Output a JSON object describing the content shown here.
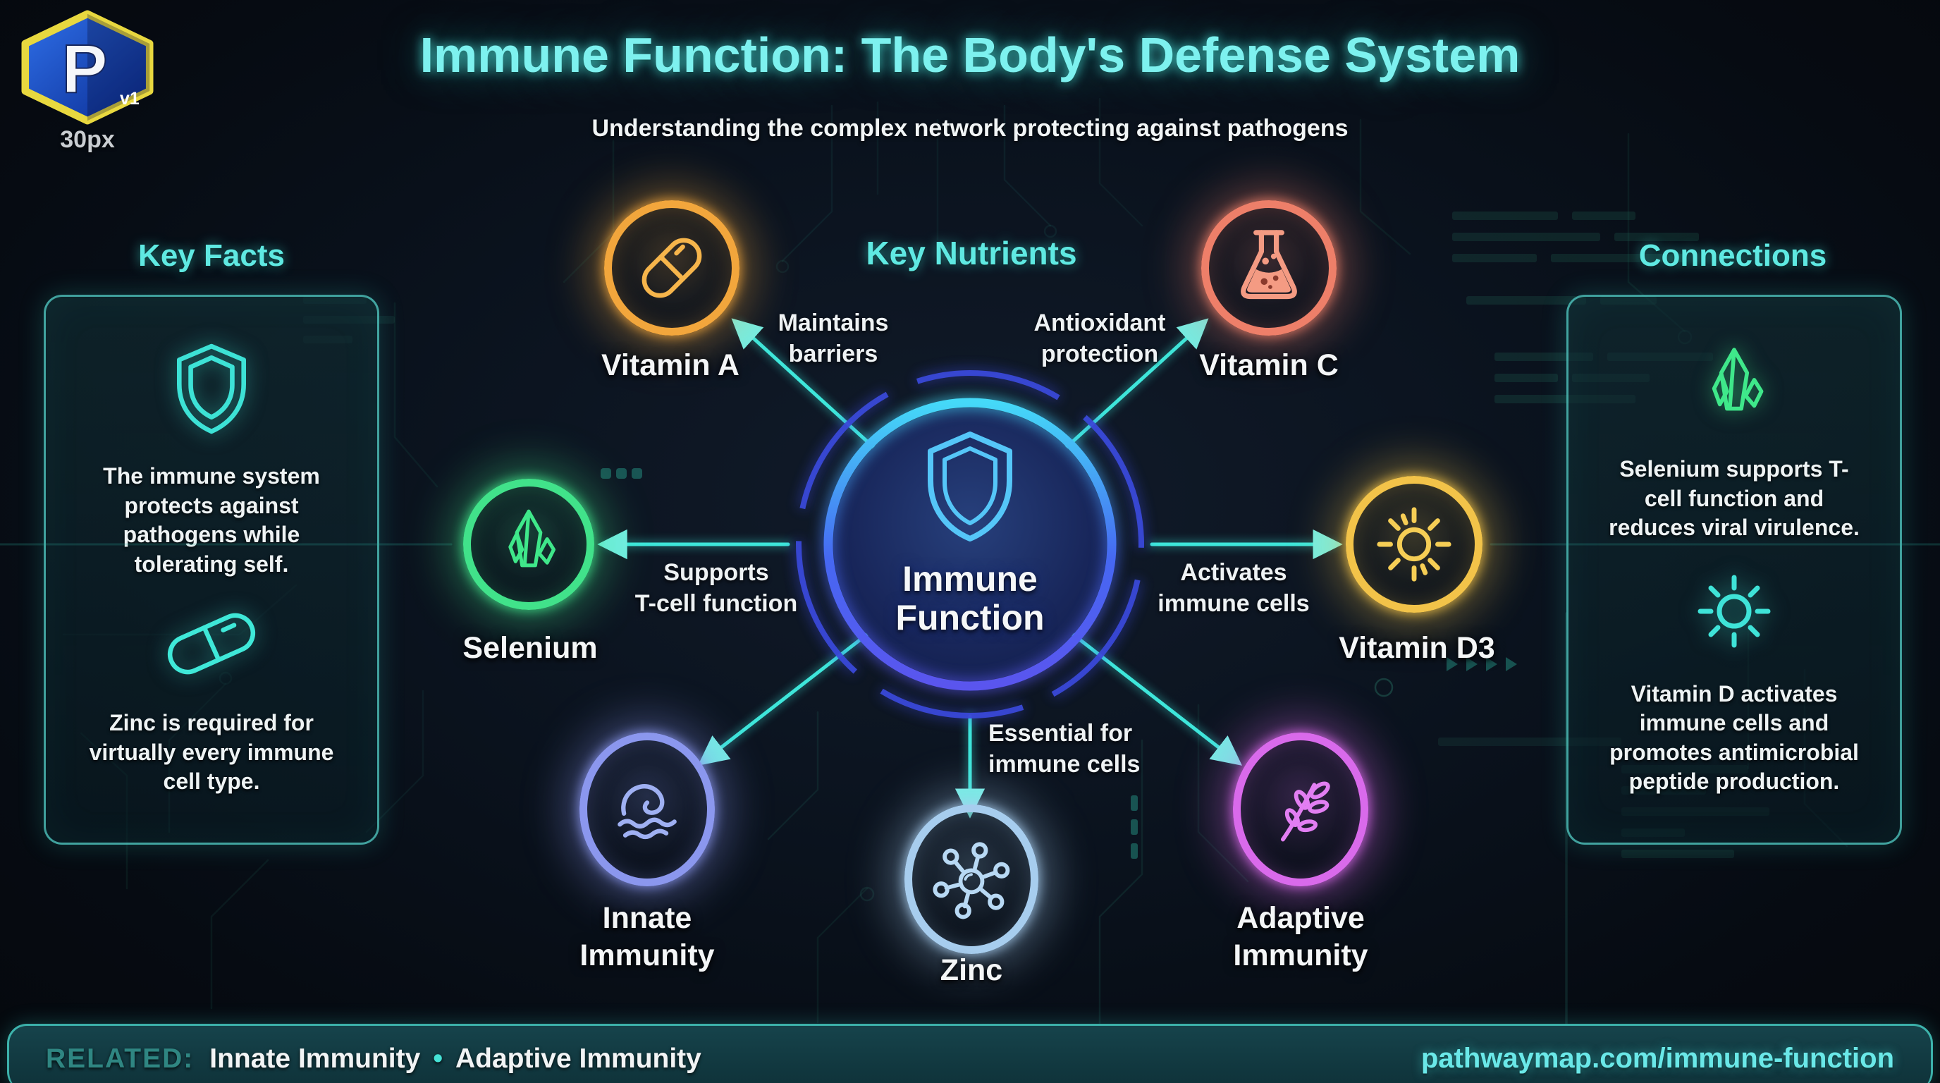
{
  "header": {
    "title": "Immune Function: The Body's Defense System",
    "subtitle": "Understanding the complex network protecting against pathogens"
  },
  "logo": {
    "letter": "P",
    "version": "v1",
    "size_label": "30px"
  },
  "panels": {
    "key_facts": {
      "heading": "Key Facts",
      "items": [
        {
          "icon": "shield-icon",
          "text": "The immune system protects against pathogens while tolerating self."
        },
        {
          "icon": "capsule-icon",
          "text": "Zinc is required for virtually every immune cell type."
        }
      ]
    },
    "connections": {
      "heading": "Connections",
      "items": [
        {
          "icon": "crystal-icon",
          "text": "Selenium supports T-cell function and reduces viral virulence."
        },
        {
          "icon": "sun-icon",
          "text": "Vitamin D activates immune cells and promotes antimicrobial peptide production."
        }
      ]
    }
  },
  "diagram": {
    "center_heading": "Key Nutrients",
    "hub": {
      "label_line1": "Immune",
      "label_line2": "Function",
      "icon": "shield-icon"
    },
    "nodes": [
      {
        "id": "vitamin-a",
        "label": "Vitamin A",
        "icon": "capsule-icon",
        "color": "#f2a63c"
      },
      {
        "id": "vitamin-c",
        "label": "Vitamin C",
        "icon": "flask-icon",
        "color": "#ee7f69"
      },
      {
        "id": "selenium",
        "label": "Selenium",
        "icon": "crystal-icon",
        "color": "#41e28a"
      },
      {
        "id": "vitamin-d3",
        "label": "Vitamin D3",
        "icon": "sun-icon",
        "color": "#f2c349"
      },
      {
        "id": "innate-immunity",
        "label": "Innate Immunity",
        "icon": "wave-icon",
        "color": "#8b97ee"
      },
      {
        "id": "zinc",
        "label": "Zinc",
        "icon": "molecule-icon",
        "color": "#a7cdee"
      },
      {
        "id": "adaptive-immunity",
        "label": "Adaptive Immunity",
        "icon": "leaf-branch-icon",
        "color": "#d96aeb"
      }
    ],
    "edges": [
      {
        "to": "vitamin-a",
        "label_line1": "Maintains",
        "label_line2": "barriers"
      },
      {
        "to": "vitamin-c",
        "label_line1": "Antioxidant",
        "label_line2": "protection"
      },
      {
        "to": "selenium",
        "label_line1": "Supports",
        "label_line2": "T-cell function"
      },
      {
        "to": "vitamin-d3",
        "label_line1": "Activates",
        "label_line2": "immune cells"
      },
      {
        "to": "zinc",
        "label_line1": "Essential for",
        "label_line2": "immune cells"
      },
      {
        "to": "innate-immunity",
        "label_line1": "",
        "label_line2": ""
      },
      {
        "to": "adaptive-immunity",
        "label_line1": "",
        "label_line2": ""
      }
    ]
  },
  "footer": {
    "related_label": "RELATED:",
    "related_items": [
      "Innate Immunity",
      "Adaptive Immunity"
    ],
    "separator": "•",
    "url": "pathwaymap.com/immune-function"
  },
  "colors": {
    "accent_cyan": "#5fe9e2",
    "arrow": "#3ee6da",
    "hub_ring_top": "#45d9f8",
    "hub_ring_bottom": "#5a55ee",
    "hub_icon": "#55c6f8",
    "panel_border": "#4fd9cd",
    "footer_url": "#6ae8e8",
    "logo_border": "#e8d83f",
    "logo_fill": "#1e52d8",
    "background": "#0a111b"
  }
}
